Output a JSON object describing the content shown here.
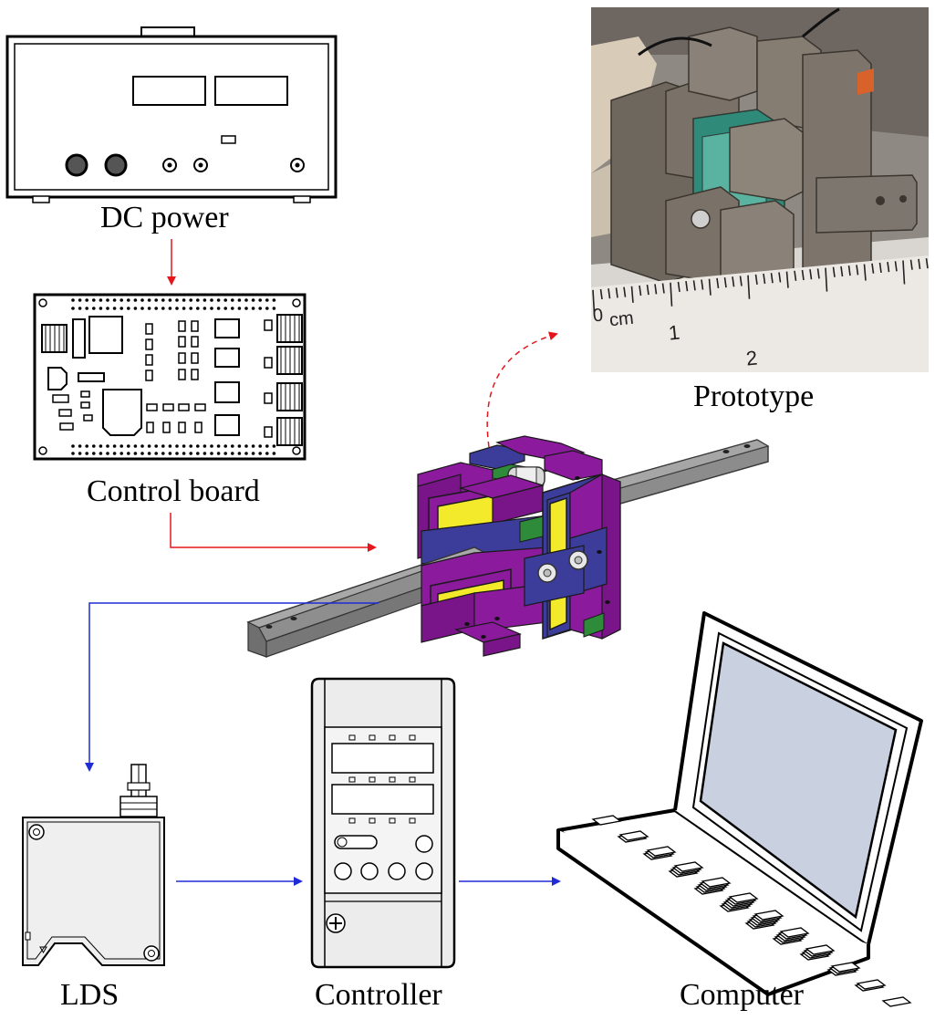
{
  "labels": {
    "dc_power": "DC power",
    "control_board": "Control board",
    "prototype": "Prototype",
    "lds": "LDS",
    "controller": "Controller",
    "computer": "Computer"
  },
  "ruler": {
    "unit": "cm",
    "ticks": [
      "0",
      "1",
      "2"
    ]
  },
  "colors": {
    "power_flow": "#e4161b",
    "signal_flow": "#1f2bd6",
    "actuator_frame": "#8b1a9c",
    "actuator_inner": "#3c3d9a",
    "piezo_stack": "#f2ea2a",
    "rod": "#8a8a8a"
  },
  "connections": [
    {
      "from": "DC power",
      "to": "Control board",
      "color": "red",
      "style": "solid"
    },
    {
      "from": "Control board",
      "to": "actuator",
      "color": "red",
      "style": "solid"
    },
    {
      "from": "actuator",
      "to": "Prototype",
      "color": "red",
      "style": "dashed"
    },
    {
      "from": "actuator",
      "to": "LDS",
      "color": "blue",
      "style": "solid"
    },
    {
      "from": "LDS",
      "to": "Controller",
      "color": "blue",
      "style": "solid"
    },
    {
      "from": "Controller",
      "to": "Computer",
      "color": "blue",
      "style": "solid"
    }
  ]
}
